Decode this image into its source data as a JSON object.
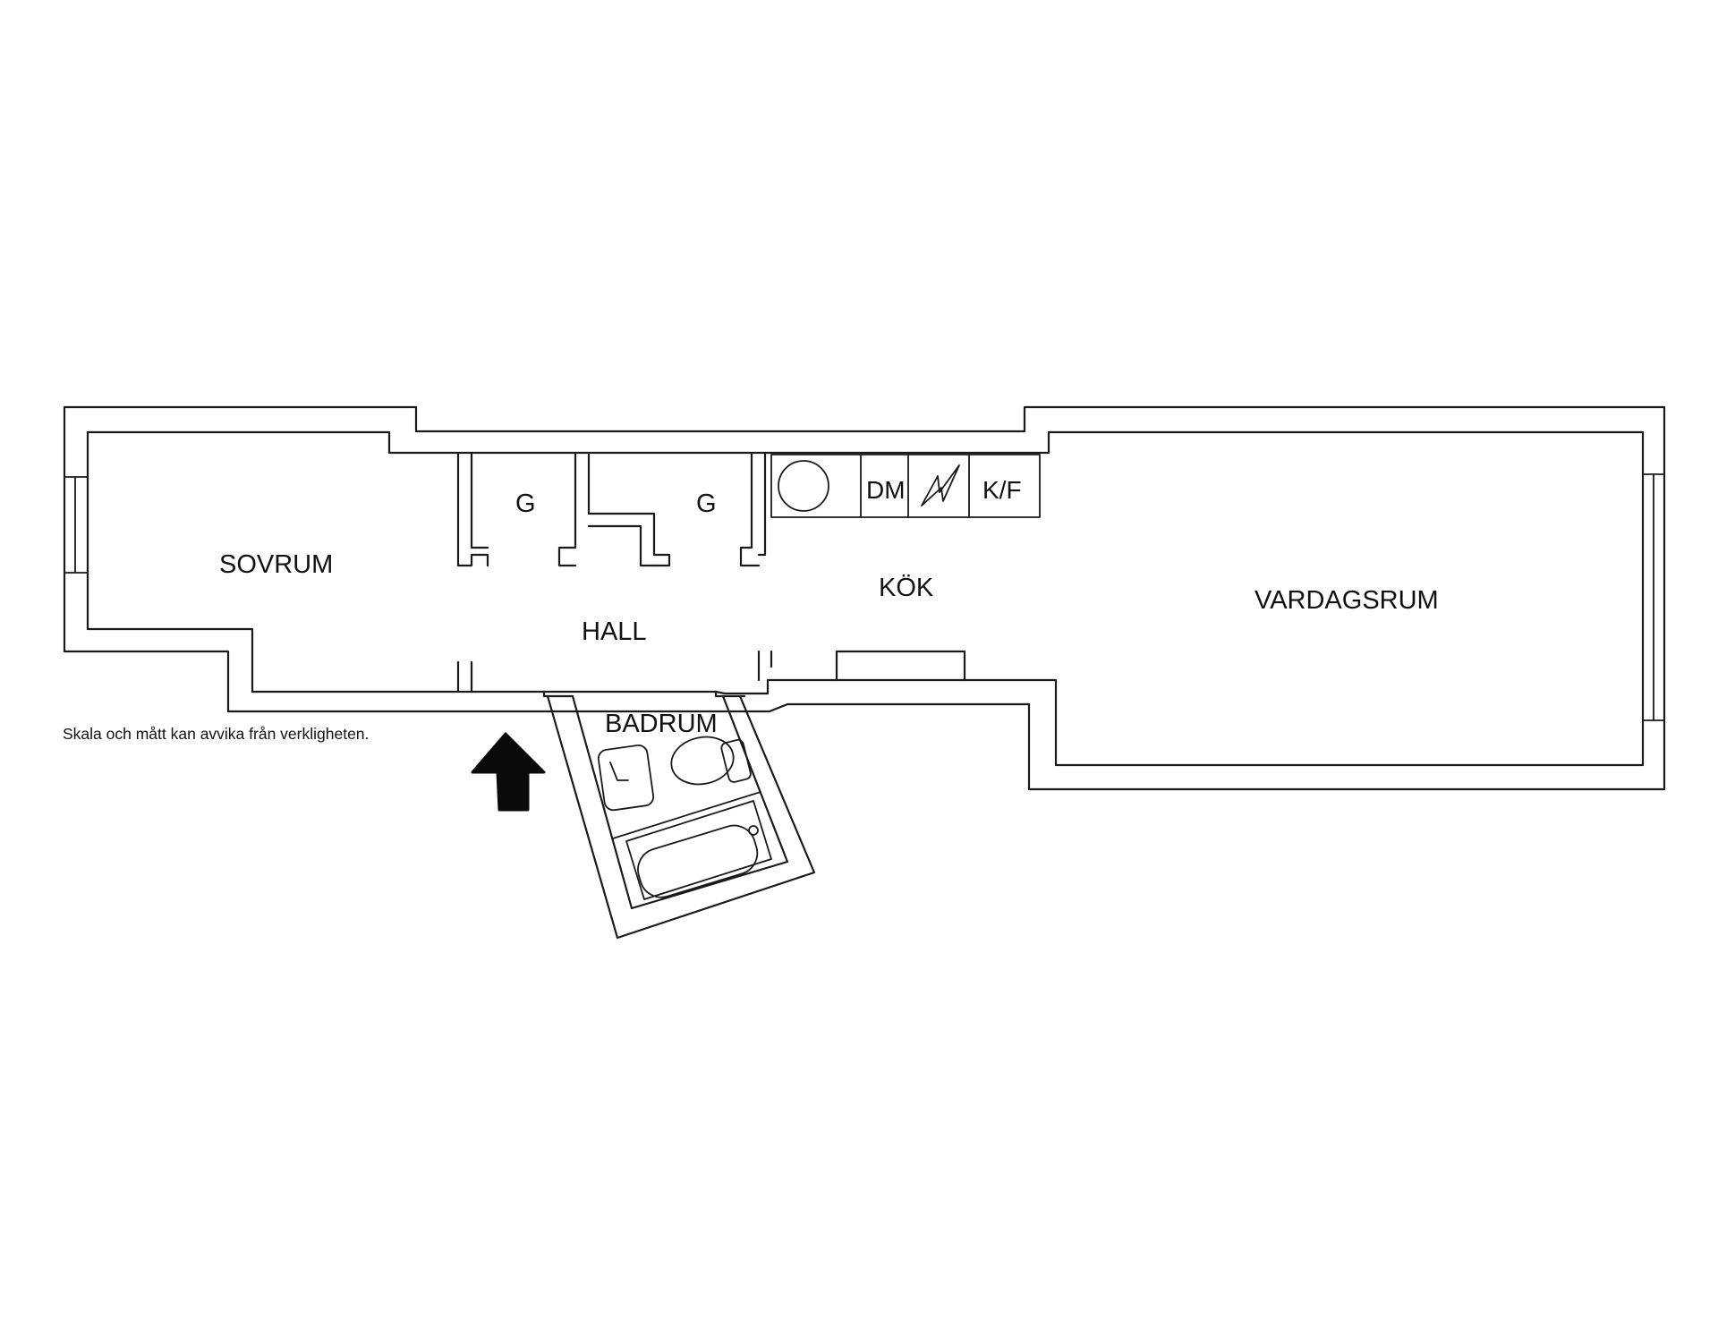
{
  "rooms": {
    "sovrum": "SOVRUM",
    "hall": "HALL",
    "kok": "KÖK",
    "vardagsrum": "VARDAGSRUM",
    "badrum": "BADRUM",
    "garderob_1": "G",
    "garderob_2": "G"
  },
  "appliances": {
    "dishwasher": "DM",
    "fridge_freezer": "K/F"
  },
  "icons": {
    "entrance": "entrance-arrow-icon",
    "stove": "stove-zigzag-icon",
    "sink": "kitchen-sink-circle-icon"
  },
  "disclaimer": "Skala och mått kan avvika från verkligheten.",
  "colors": {
    "line": "#1a1a1a",
    "background": "#ffffff"
  }
}
